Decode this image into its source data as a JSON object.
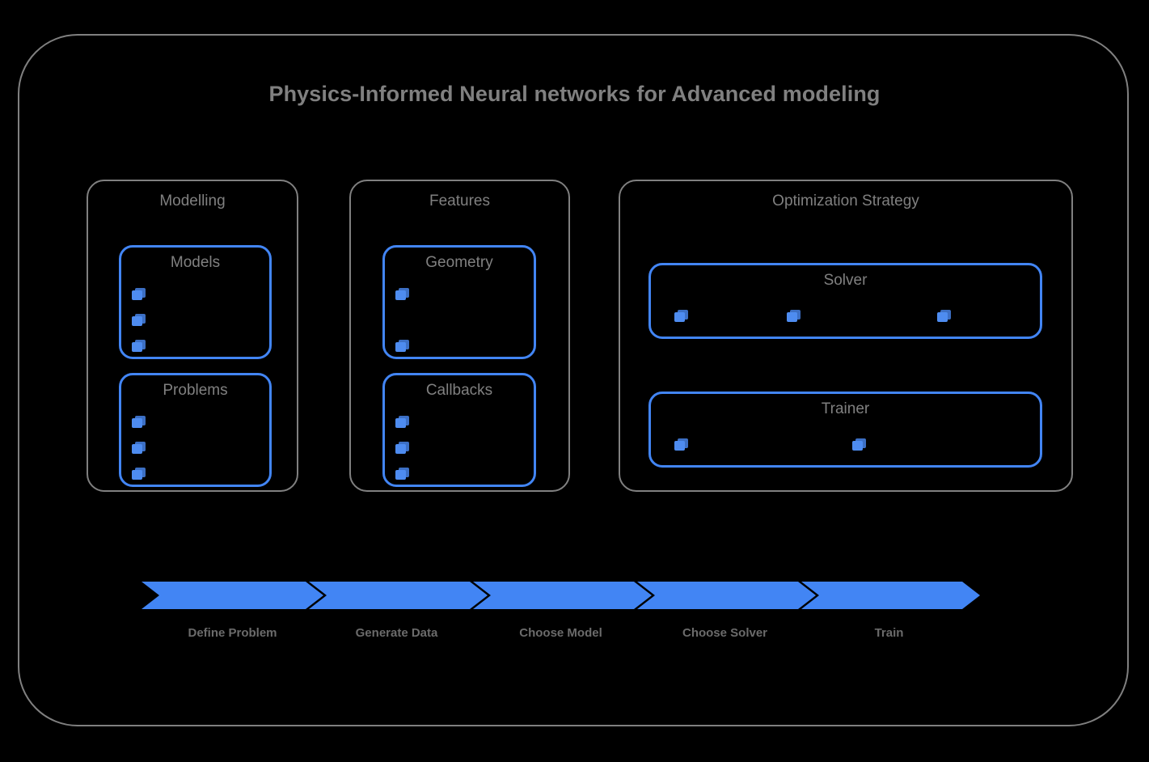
{
  "diagram": {
    "title": "Physics-Informed Neural networks for Advanced modeling",
    "background_color": "#000000",
    "frame_border_color": "#808080",
    "accent_color": "#4285f4",
    "text_color": "#808080"
  },
  "groups": [
    {
      "name": "modelling",
      "title": "Modelling",
      "boxes": [
        {
          "name": "models",
          "title": "Models",
          "bullet_count": 3,
          "bullet_icon": "cube-icon"
        },
        {
          "name": "problems",
          "title": "Problems",
          "bullet_count": 3,
          "bullet_icon": "cube-icon"
        }
      ]
    },
    {
      "name": "features",
      "title": "Features",
      "boxes": [
        {
          "name": "geometry",
          "title": "Geometry",
          "bullet_count": 2,
          "bullet_icon": "cube-icon"
        },
        {
          "name": "callbacks",
          "title": "Callbacks",
          "bullet_count": 3,
          "bullet_icon": "cube-icon"
        }
      ]
    },
    {
      "name": "optimization-strategy",
      "title": "Optimization Strategy",
      "boxes": [
        {
          "name": "solver",
          "title": "Solver",
          "bullet_count": 3,
          "bullet_icon": "cube-icon"
        },
        {
          "name": "trainer",
          "title": "Trainer",
          "bullet_count": 2,
          "bullet_icon": "cube-icon"
        }
      ]
    }
  ],
  "pipeline": {
    "arrow_color": "#4285f4",
    "steps": [
      {
        "label": "Define Problem"
      },
      {
        "label": "Generate Data"
      },
      {
        "label": "Choose Model"
      },
      {
        "label": "Choose Solver"
      },
      {
        "label": "Train"
      }
    ]
  }
}
